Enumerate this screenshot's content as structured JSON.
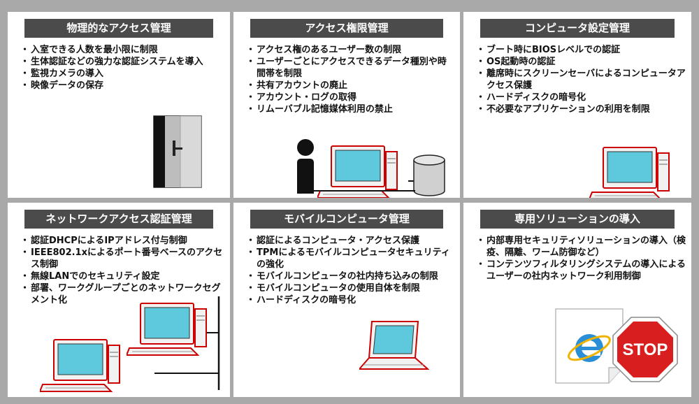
{
  "panels": [
    {
      "title": "物理的なアクセス管理",
      "items": [
        "入室できる人数を最小限に制限",
        "生体認証などの強力な認証システムを導入",
        "監視カメラの導入",
        "映像データの保存"
      ]
    },
    {
      "title": "アクセス権限管理",
      "items": [
        "アクセス権のあるユーザー数の制限",
        "ユーザーごとにアクセスできるデータ種別や時間帯を制限",
        "共有アカウントの廃止",
        "アカウント・ログの取得",
        "リムーバブル記憶媒体利用の禁止"
      ]
    },
    {
      "title": "コンピュータ設定管理",
      "items": [
        "ブート時にBIOSレベルでの認証",
        "OS起動時の認証",
        "離席時にスクリーンセーバによるコンピュータアクセス保護",
        "ハードディスクの暗号化",
        "不必要なアプリケーションの利用を制限"
      ]
    },
    {
      "title": "ネットワークアクセス認証管理",
      "items": [
        "認証DHCPによるIPアドレス付与制御",
        "IEEE802.1xによるポート番号ベースのアクセス制御",
        "無線LANでのセキュリティ設定",
        "部署、ワークグループごとのネットワークセグメント化"
      ]
    },
    {
      "title": "モバイルコンピュータ管理",
      "items": [
        "認証によるコンピュータ・アクセス保護",
        "TPMによるモバイルコンピュータセキュリティの強化",
        "モバイルコンピュータの社内持ち込みの制限",
        "モバイルコンピュータの使用自体を制限",
        "ハードディスクの暗号化"
      ]
    },
    {
      "title": "専用ソリューションの導入",
      "items": [
        "内部専用セキュリティソリューションの導入（検疫、隔離、ワーム防御など）",
        "コンテンツフィルタリングシステムの導入によるユーザーの社内ネットワーク利用制御"
      ]
    }
  ],
  "stop_sign": {
    "text": "STOP"
  },
  "colors": {
    "background": "#a9a9a9",
    "title_bar": "#4b4b4b",
    "accent": "#cc0000",
    "screen": "#5ec8dc"
  }
}
